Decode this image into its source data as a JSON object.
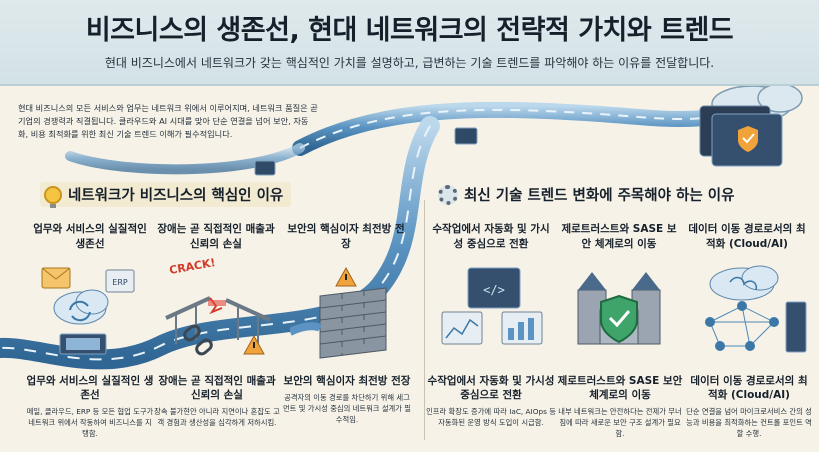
{
  "header": {
    "title": "비즈니스의 생존선, 현대 네트워크의 전략적 가치와 트렌드",
    "subtitle": "현대 비즈니스에서 네트워크가 갖는 핵심적인 가치를 설명하고, 급변하는 기술 트렌드를 파악해야 하는 이유를 전달합니다."
  },
  "intro": {
    "text": "현대 비즈니스의 모든 서비스와 업무는 네트워크 위에서 이루어지며, 네트워크 품질은 곧 기업의 경쟁력과 직결됩니다. 클라우드와 AI 시대를 맞아 단순 연결을 넘어 보안, 자동화, 비용 최적화를 위한 최신 기술 트렌드 이해가 필수적입니다."
  },
  "left_section": {
    "heading": "네트워크가 비즈니스의 핵심인 이유",
    "icon": "lightbulb-icon",
    "columns": [
      {
        "top_title": "업무와 서비스의 실질적인 생존선",
        "bottom_title": "업무와 서비스의 실질적인 생존선",
        "desc": "메일, 클라우드, ERP 등 모든 협업 도구가 네트워크 위에서 작동하여 비즈니스를 지탱함.",
        "icons": [
          "mail-icon",
          "erp-icon",
          "cloud-sync-icon"
        ],
        "erp_label": "ERP"
      },
      {
        "top_title": "장애는 곧 직접적인 매출과 신뢰의 손실",
        "bottom_title": "장애는 곧 직접적인 매출과 신뢰의 손실",
        "desc": "장속 불가현안 아니라 지연이나 혼잡도 고객 경험과 생산성을 심각하게 저하시킴.",
        "icons": [
          "broken-chain-icon",
          "broken-bridge-icon",
          "warning-icon"
        ],
        "crack_label": "CRACK!"
      },
      {
        "top_title": "보안의 핵심이자 최전방 전장",
        "bottom_title": "보안의 핵심이자 최전방 전장",
        "desc": "공격자의 이동 경로를 차단하기 위해 세그먼트 및 가시성 중심의 네트워크 설계가 필수적임.",
        "icons": [
          "firewall-icon",
          "warning-icon"
        ]
      }
    ]
  },
  "right_section": {
    "heading": "최신 기술 트렌드 변화에 주목해야 하는 이유",
    "icon": "gear-icon",
    "columns": [
      {
        "top_title": "수작업에서 자동화 및 가시성 중심으로 전환",
        "bottom_title": "수작업에서 자동화 및 가시성 중심으로 전환",
        "desc": "인프라 확장도 증가에 따라 IaC, AIOps 등 자동화된 운영 방식 도입이 시급함.",
        "icons": [
          "code-window-icon",
          "dashboard-icon"
        ]
      },
      {
        "top_title": "제로트러스트와 SASE 보안 체계로의 이동",
        "bottom_title": "제로트러스트와 SASE 보안 체계로의 이동",
        "desc": "내부 네트워크는 안전하다는 전제가 무너짐에 따라 새로운 보안 구조 설계가 필요함.",
        "icons": [
          "castle-icon",
          "shield-check-icon"
        ]
      },
      {
        "top_title": "데이터 이동 경로로서의 최적화 (Cloud/AI)",
        "bottom_title": "데이터 이동 경로로서의 최적화 (Cloud/AI)",
        "desc": "단순 연결을 넘어 마이크로서비스 간의 성능과 비용을 최적화하는 컨트롤 포인트 역할 수행.",
        "icons": [
          "cloud-brain-icon",
          "network-nodes-icon"
        ]
      }
    ]
  },
  "colors": {
    "stream": "#4e88b7",
    "stream_light": "#9cc3df",
    "header_bg": "#d6e4e8",
    "page_bg": "#f6f2e8"
  }
}
